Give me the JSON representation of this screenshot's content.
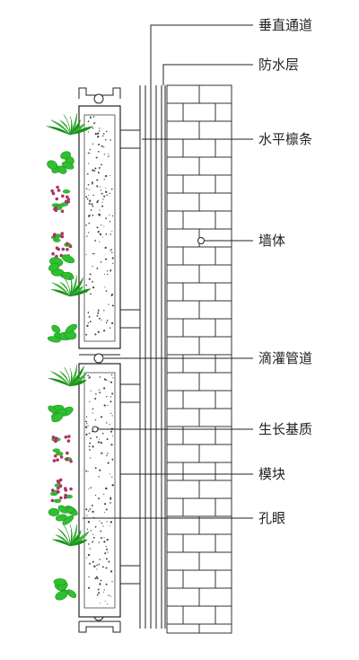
{
  "diagram": {
    "labels": {
      "vertical_channel": "垂直通道",
      "waterproof_layer": "防水层",
      "horizontal_purlin": "水平檩条",
      "wall": "墙体",
      "drip_pipe": "滴灌管道",
      "growth_medium": "生长基质",
      "module": "模块",
      "hole": "孔眼"
    },
    "colors": {
      "line": "#222222",
      "foliage": "#2fbf2f",
      "foliage_dark": "#1c8f1c",
      "flowers": "#b0306a",
      "medium_dots": "#444444"
    }
  }
}
